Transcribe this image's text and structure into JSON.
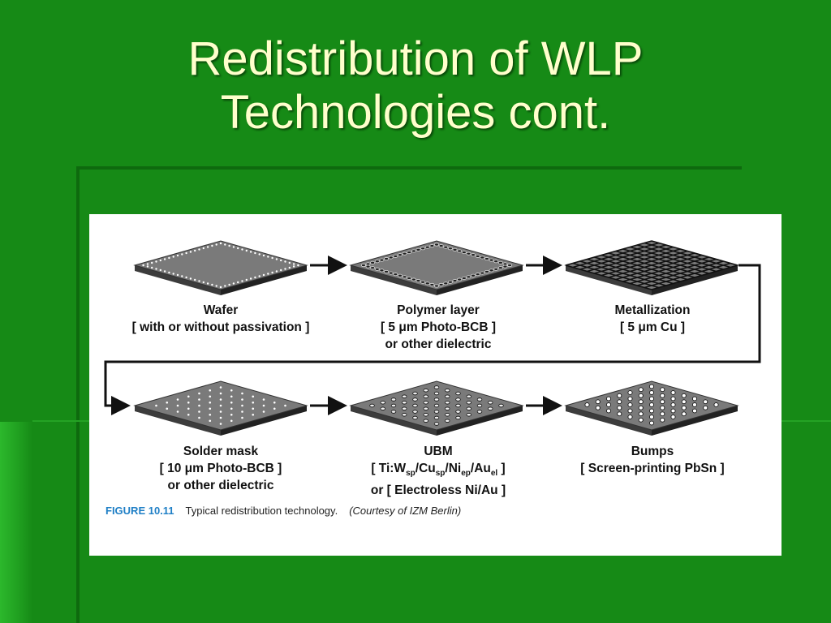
{
  "slide": {
    "title_line1": "Redistribution of WLP",
    "title_line2": "Technologies cont."
  },
  "figure": {
    "steps": [
      {
        "id": "wafer",
        "lines": [
          "Wafer",
          "[ with or without passivation ]"
        ]
      },
      {
        "id": "polymer",
        "lines": [
          "Polymer layer",
          "[ 5 μm Photo-BCB ]",
          "or other dielectric"
        ]
      },
      {
        "id": "metallization",
        "lines": [
          "Metallization",
          "[ 5 μm Cu ]"
        ]
      },
      {
        "id": "solder-mask",
        "lines": [
          "Solder mask",
          "[ 10 μm Photo-BCB ]",
          "or other dielectric"
        ]
      },
      {
        "id": "ubm",
        "lines": [
          "UBM",
          "[ Ti:W",
          "sp",
          "/Cu",
          "sp",
          "/Ni",
          "ep",
          "/Au",
          "el",
          " ]",
          "or [ Electroless Ni/Au ]"
        ]
      },
      {
        "id": "bumps",
        "lines": [
          "Bumps",
          "[ Screen-printing PbSn ]"
        ]
      }
    ],
    "caption": {
      "number": "FIGURE 10.11",
      "text": "Typical redistribution technology.",
      "courtesy": "(Courtesy of IZM Berlin)"
    },
    "colors": {
      "plate_top": "#7a7a7a",
      "plate_side": "#3c3c3c",
      "figure_number": "#1f7fc6"
    }
  }
}
